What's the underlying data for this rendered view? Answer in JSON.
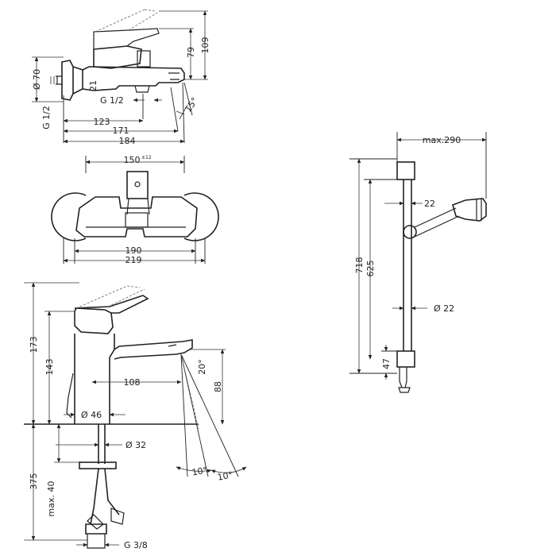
{
  "drawings": {
    "bath_mixer_side": {
      "dims": {
        "h109": "109",
        "h79": "79",
        "d70": "Ø 70",
        "g12_left": "G 1/2",
        "d21": "21",
        "g12_bottom": "G 1/2",
        "angle15": "15°",
        "w123": "123",
        "w171": "171",
        "w184": "184"
      }
    },
    "bath_mixer_top": {
      "dims": {
        "w150": "150",
        "tol150": "±12",
        "w190": "190",
        "w219": "219"
      }
    },
    "basin_mixer": {
      "dims": {
        "h173": "173",
        "h143": "143",
        "w108": "108",
        "h88": "88",
        "angle20": "20°",
        "d46": "Ø 46",
        "d32": "Ø 32",
        "h375": "375",
        "max40": "max. 40",
        "g38": "G 3/8",
        "angle10a": "10°",
        "angle10b": "10°"
      }
    },
    "shower_rail": {
      "dims": {
        "max290": "max.290",
        "h718": "718",
        "h625": "625",
        "w22": "22",
        "d22": "Ø 22",
        "h47": "47"
      }
    }
  }
}
